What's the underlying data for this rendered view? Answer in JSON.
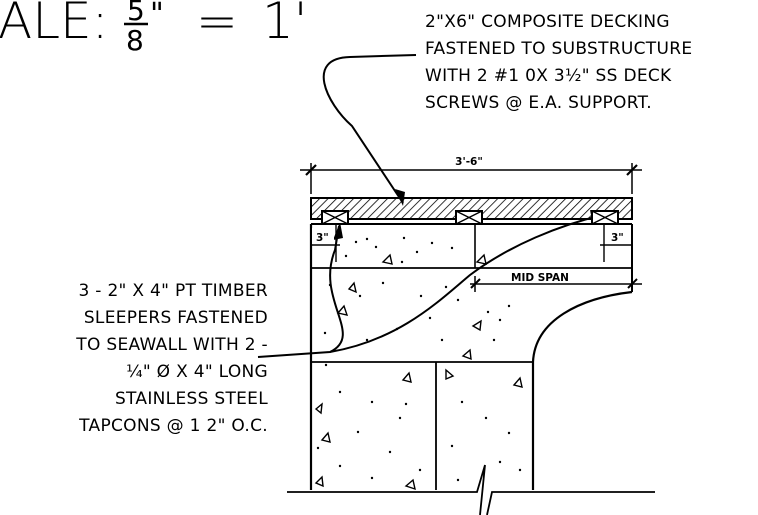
{
  "scale": {
    "prefix": "ALE:",
    "numerator": "5",
    "denominator": "8",
    "inch_mark": "\"",
    "equals": "=",
    "foot": "1'"
  },
  "notes": {
    "decking": [
      "2\"X6\" COMPOSITE DECKING",
      "FASTENED TO SUBSTRUCTURE",
      "WITH 2 #1 0X 3½\" SS DECK",
      "SCREWS @ E.A. SUPPORT."
    ],
    "sleepers": [
      "3 - 2\" X 4\" PT TIMBER",
      "SLEEPERS FASTENED",
      "TO SEAWALL WITH 2 -",
      "¼\" Ø X 4\" LONG",
      "STAINLESS STEEL",
      "TAPCONS @ 1 2\" O.C."
    ]
  },
  "dimensions": {
    "overall_width": "3'-6\"",
    "left_offset": "3\"",
    "right_offset": "3\"",
    "mid_span": "MID SPAN"
  }
}
